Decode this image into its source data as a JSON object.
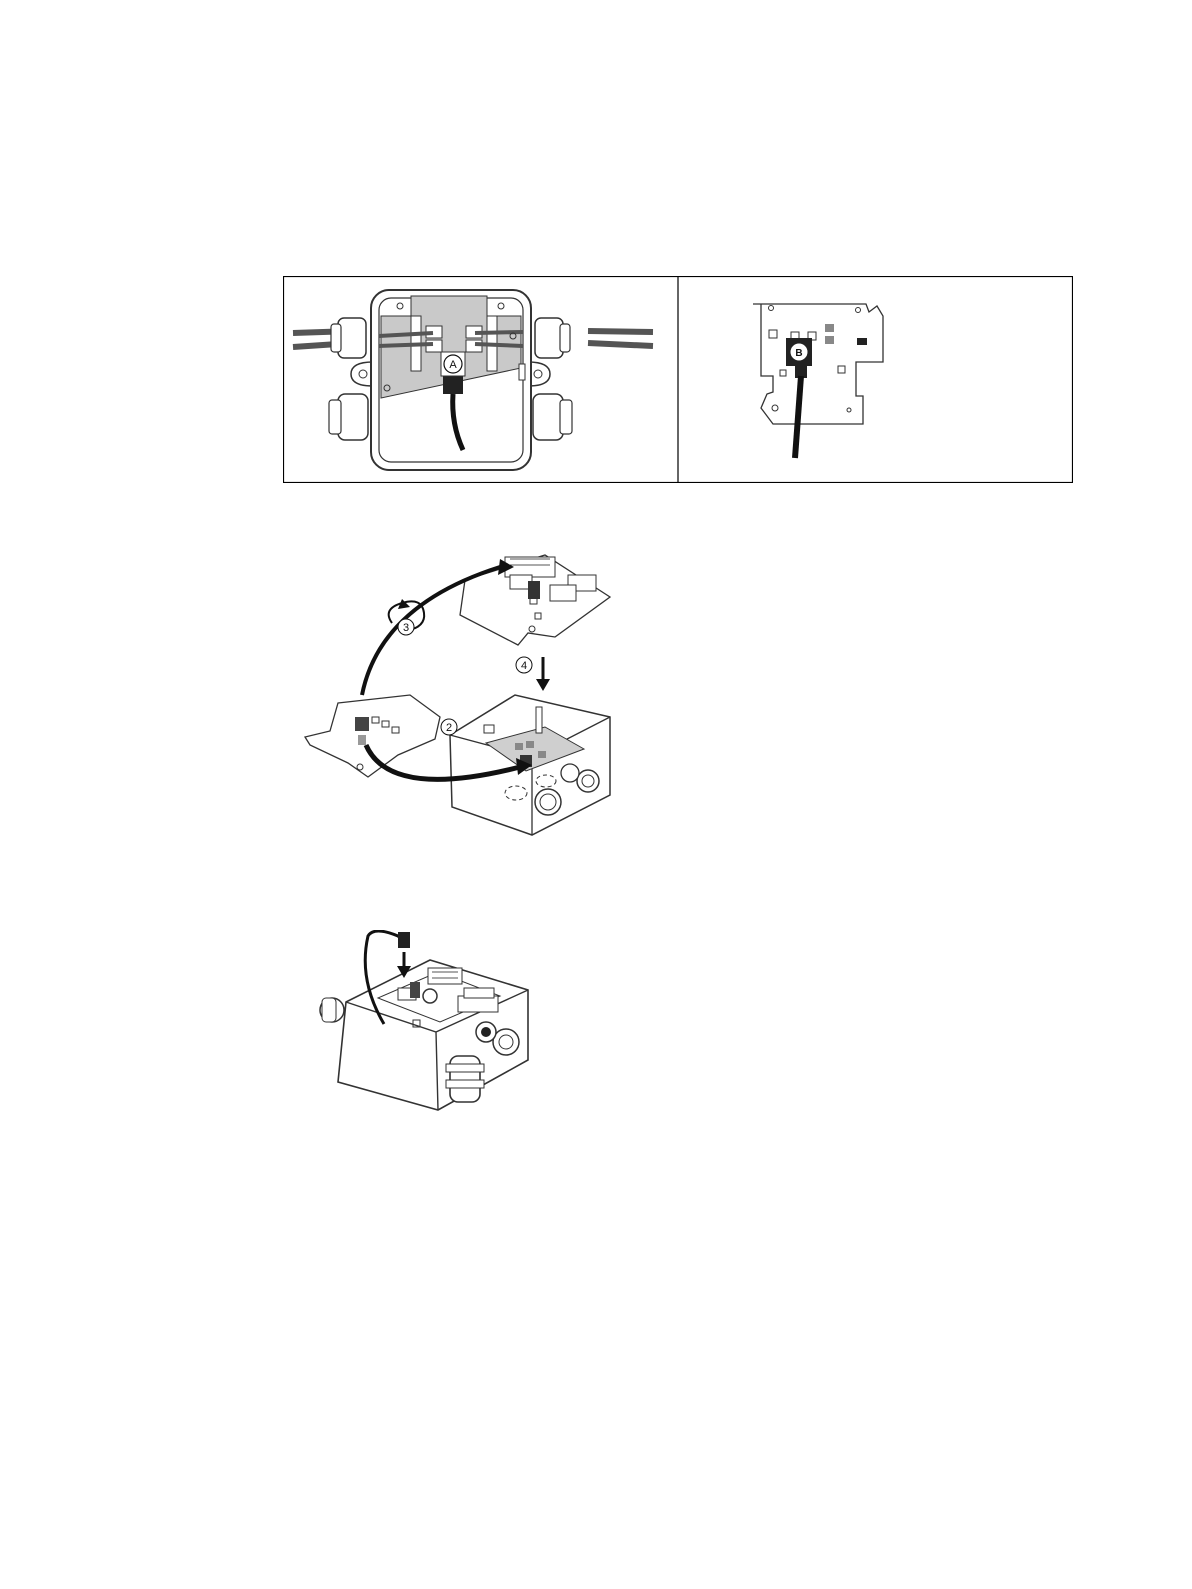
{
  "figure_top": {
    "left_panel": {
      "callout": "A"
    },
    "right_panel": {
      "callout": "B"
    }
  },
  "figure_mid": {
    "step2": "2",
    "step3": "3",
    "step4": "4"
  },
  "figure_bottom": {}
}
